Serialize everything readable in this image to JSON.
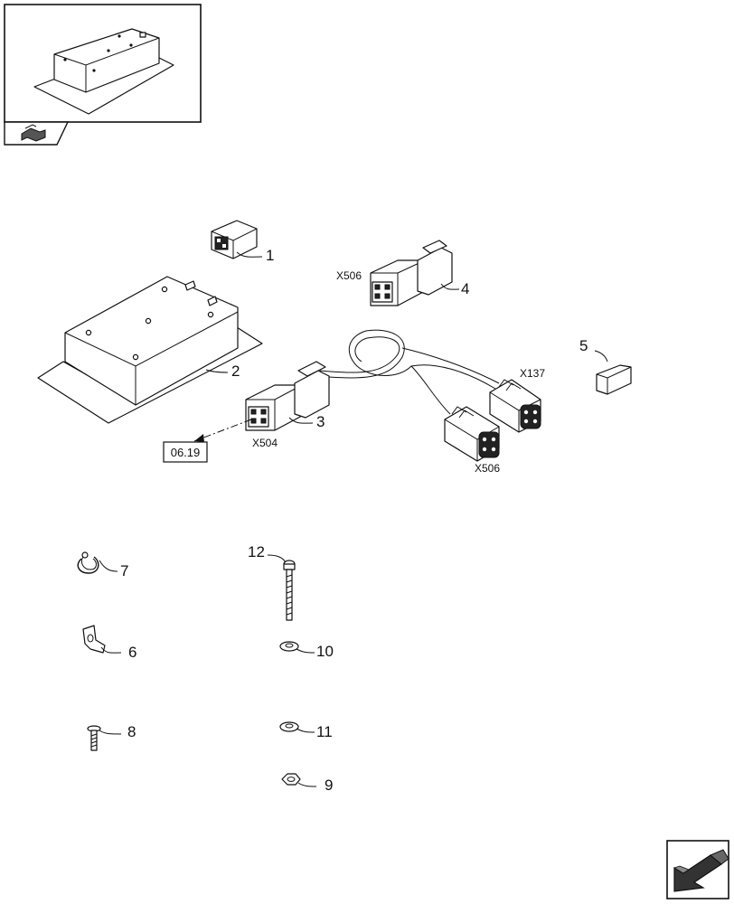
{
  "connector_labels": {
    "x506_top": "X506",
    "x137": "X137",
    "x506_bottom": "X506",
    "x504": "X504"
  },
  "reference": {
    "page_ref": "06.19"
  },
  "callouts": {
    "c1": "1",
    "c2": "2",
    "c3": "3",
    "c4": "4",
    "c5": "5",
    "c6": "6",
    "c7": "7",
    "c8": "8",
    "c9": "9",
    "c10": "10",
    "c11": "11",
    "c12": "12"
  },
  "icons": {
    "thumbnail": "module-thumbnail-icon",
    "nav_tab": "nav-tab-icon",
    "next_page": "next-page-arrow-icon"
  }
}
